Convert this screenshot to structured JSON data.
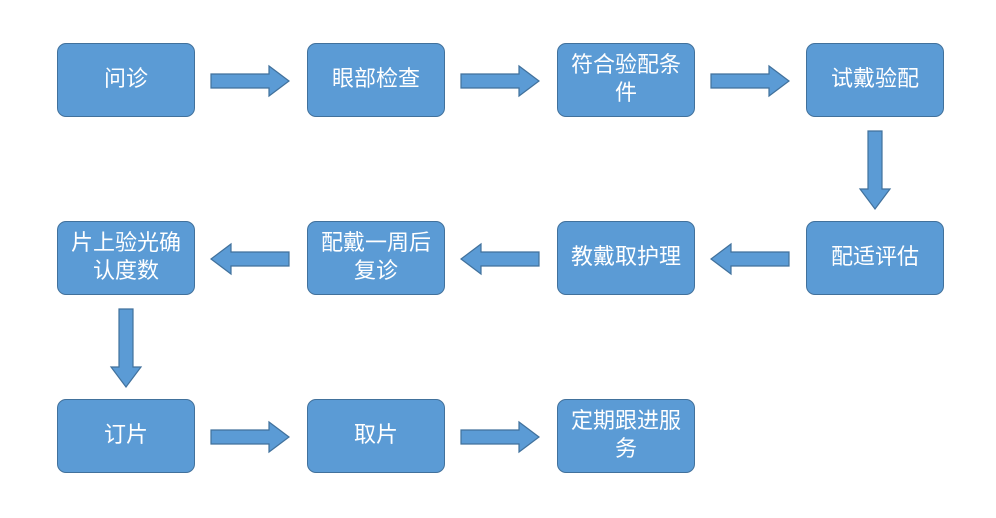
{
  "flow": {
    "steps": [
      "问诊",
      "眼部检查",
      "符合验配条件",
      "试戴验配",
      "配适评估",
      "教戴取护理",
      "配戴一周后复诊",
      "片上验光确认度数",
      "订片",
      "取片",
      "定期跟进服务"
    ]
  },
  "colors": {
    "node_fill": "#5b9bd5",
    "node_border": "#41719c",
    "text": "#ffffff"
  }
}
